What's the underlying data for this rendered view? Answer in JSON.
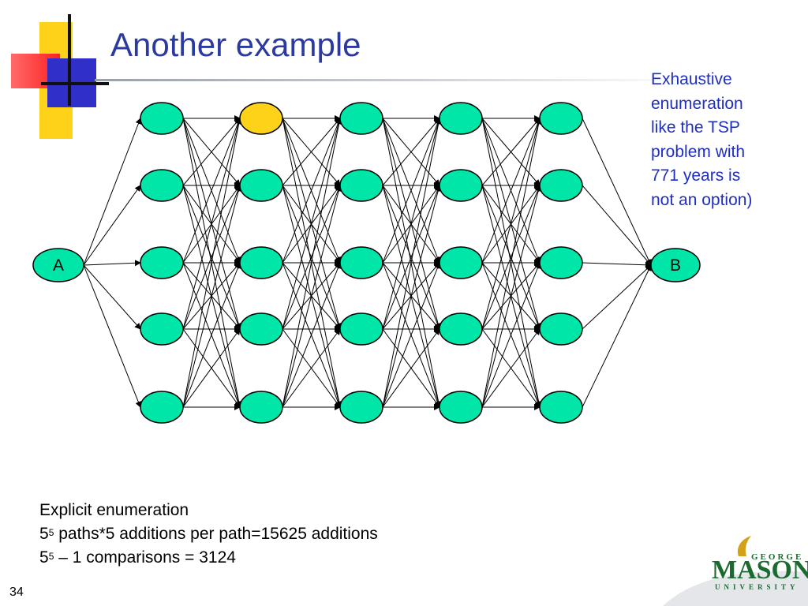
{
  "slide": {
    "title": "Another example",
    "side_note_lines": [
      "Exhaustive",
      "enumeration",
      "like the TSP",
      "problem with",
      "771 years is",
      "not an option)"
    ],
    "explain": {
      "line1": "Explicit enumeration",
      "line2_base": "5",
      "line2_exp": "5",
      "line2_rest": " paths*5 additions per path=15625 additions",
      "line3_base": "5",
      "line3_exp": "5",
      "line3_rest": " – 1 comparisons  = 3124"
    },
    "slide_number": "34"
  },
  "network": {
    "start_label": "A",
    "end_label": "B",
    "stages": 5,
    "nodes_per_stage": 5,
    "highlighted_node": {
      "stage": 2,
      "row": 1
    },
    "colors": {
      "node": "#00e5a8",
      "highlight": "#ffd21a",
      "edge": "#000000",
      "title": "#2b3aa0",
      "note": "#1f2ec2"
    }
  },
  "logo": {
    "line1": "GEORGE",
    "line2": "MASON",
    "line3": "UNIVERSITY",
    "colors": {
      "green": "#1a6b2f",
      "gold": "#d4a017"
    }
  }
}
